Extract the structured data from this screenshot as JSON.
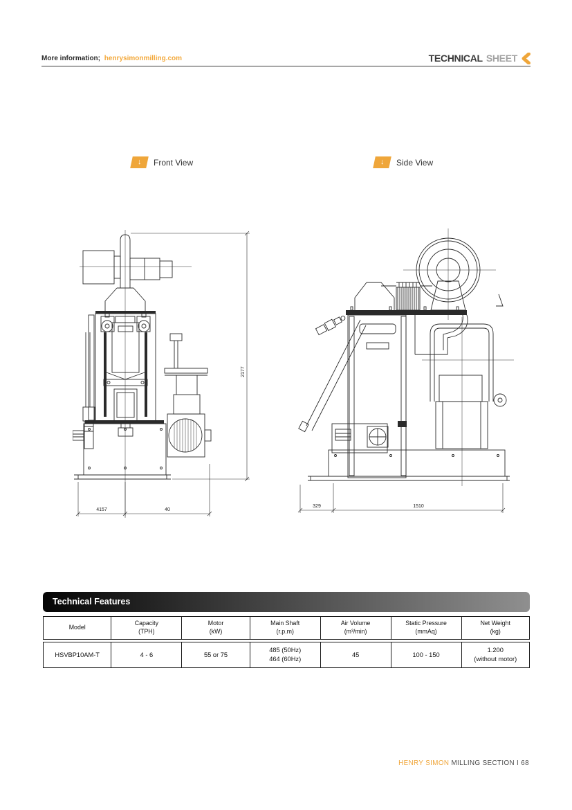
{
  "header": {
    "more_info_label": "More information;",
    "more_info_link": "henrysimonmilling.com",
    "brand": {
      "bold": "TECHNICAL",
      "light": "SHEET"
    }
  },
  "views": {
    "front": {
      "label": "Front View",
      "badge_icon": "down-arrow",
      "dim_height": "2177",
      "dim_bottom_left": "4157",
      "dim_bottom_right": "40"
    },
    "side": {
      "label": "Side View",
      "badge_icon": "down-arrow",
      "dim_bottom_left": "329",
      "dim_bottom_right": "1510"
    }
  },
  "table": {
    "title": "Technical Features",
    "columns": [
      {
        "label": "Model",
        "unit": ""
      },
      {
        "label": "Capacity",
        "unit": "(TPH)"
      },
      {
        "label": "Motor",
        "unit": "(kW)"
      },
      {
        "label": "Main Shaft",
        "unit": "(r.p.m)"
      },
      {
        "label": "Air Volume",
        "unit": "(m³/min)"
      },
      {
        "label": "Static Pressure",
        "unit": "(mmAq)"
      },
      {
        "label": "Net Weight",
        "unit": "(kg)"
      }
    ],
    "row": {
      "model": "HSVBP10AM-T",
      "capacity": "4 - 6",
      "motor": "55 or 75",
      "main_shaft_50hz": "485 (50Hz)",
      "main_shaft_60hz": "464 (60Hz)",
      "air_volume": "45",
      "static_pressure": "100 - 150",
      "net_weight": "1.200",
      "net_weight_note": "(without motor)"
    }
  },
  "footer": {
    "brand": "HENRY SIMON",
    "text": "MILLING SECTION I 68"
  },
  "colors": {
    "accent": "#EFA63A",
    "title_bar_start": "#050505",
    "title_bar_end": "#8F8F8F"
  }
}
